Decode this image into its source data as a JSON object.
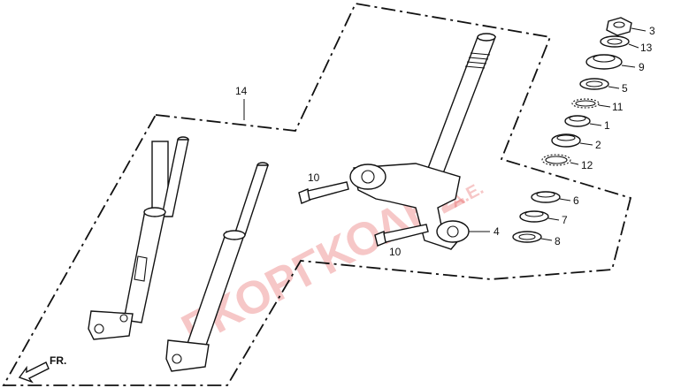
{
  "group_label": "14",
  "callouts": {
    "p1": "1",
    "p2": "2",
    "p3": "3",
    "p4": "4",
    "p5": "5",
    "p6": "6",
    "p7": "7",
    "p8": "8",
    "p9": "9",
    "p11": "11",
    "p12": "12",
    "p13": "13",
    "p10a": "10",
    "p10b": "10"
  },
  "direction_label": "FR.",
  "watermark": {
    "main": "ΓΚΟΡΓΚΟΛΗΣ",
    "suffix": "A.E."
  },
  "colors": {
    "line": "#111111",
    "watermark": "#e23a3a",
    "background": "#ffffff"
  },
  "icons": {
    "direction": "front-arrow-icon"
  }
}
